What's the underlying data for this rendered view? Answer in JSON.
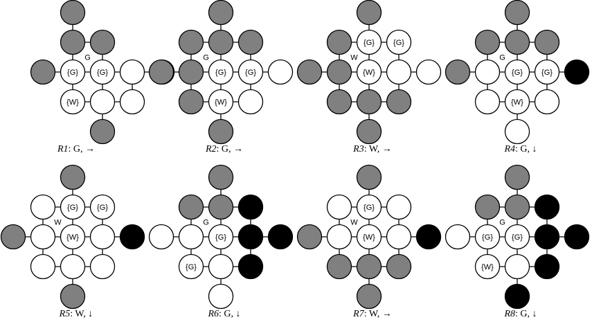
{
  "colors": {
    "white": "#ffffff",
    "gray": "#808080",
    "black": "#000000",
    "stroke": "#000000"
  },
  "panels": [
    {
      "caption_rule": "R1",
      "caption_rest": ": G, →",
      "wall": [
        {
          "t": "v",
          "c": 1,
          "r": 0
        },
        {
          "t": "v",
          "c": 1,
          "r": 1
        },
        {
          "t": "v",
          "c": 0,
          "r": 2
        },
        {
          "t": "v",
          "c": 1,
          "r": 2
        },
        {
          "t": "v",
          "c": 2,
          "r": 2
        },
        {
          "t": "v",
          "c": 1,
          "r": 3
        },
        {
          "t": "v",
          "c": 2,
          "r": 3
        },
        {
          "t": "v",
          "c": 1,
          "r": 4
        },
        {
          "t": "h",
          "r": 1,
          "c": 0
        },
        {
          "t": "h",
          "r": 1,
          "c": 3
        },
        {
          "t": "h",
          "r": 2,
          "c": 0
        },
        {
          "t": "h",
          "r": 2,
          "c": 1
        },
        {
          "t": "h",
          "r": 2,
          "c": 2
        },
        {
          "t": "h",
          "r": 2,
          "c": 3
        },
        {
          "t": "h",
          "r": 3,
          "c": 1
        }
      ],
      "circles": [
        {
          "c": 1,
          "r": 0,
          "f": "gray"
        },
        {
          "c": 1,
          "r": 1,
          "f": "gray"
        },
        {
          "c": 2,
          "r": 1,
          "f": "gray"
        },
        {
          "c": 0,
          "r": 2,
          "f": "gray"
        },
        {
          "c": 1,
          "r": 2,
          "f": "white",
          "label": "{G}"
        },
        {
          "c": 2,
          "r": 2,
          "f": "white",
          "label": "{G}"
        },
        {
          "c": 3,
          "r": 2,
          "f": "white"
        },
        {
          "c": 4,
          "r": 2,
          "f": "gray"
        },
        {
          "c": 1,
          "r": 3,
          "f": "white",
          "label": "{W}"
        },
        {
          "c": 2,
          "r": 3,
          "f": "white"
        },
        {
          "c": 3,
          "r": 3,
          "f": "white"
        },
        {
          "c": 2,
          "r": 4,
          "f": "gray"
        }
      ],
      "agent": {
        "label": "G",
        "c": 1.5,
        "r": 1.5
      }
    },
    {
      "caption_rule": "R2",
      "caption_rest": ": G, →",
      "wall": [
        {
          "t": "v",
          "c": 1,
          "r": 0
        },
        {
          "t": "v",
          "c": 1,
          "r": 1
        },
        {
          "t": "v",
          "c": 0,
          "r": 2
        },
        {
          "t": "v",
          "c": 1,
          "r": 2
        },
        {
          "t": "v",
          "c": 2,
          "r": 2
        },
        {
          "t": "v",
          "c": 1,
          "r": 3
        },
        {
          "t": "v",
          "c": 2,
          "r": 3
        },
        {
          "t": "v",
          "c": 1,
          "r": 4
        },
        {
          "t": "h",
          "r": 1,
          "c": 0
        },
        {
          "t": "h",
          "r": 1,
          "c": 3
        },
        {
          "t": "h",
          "r": 2,
          "c": 0
        },
        {
          "t": "h",
          "r": 2,
          "c": 1
        },
        {
          "t": "h",
          "r": 2,
          "c": 2
        },
        {
          "t": "h",
          "r": 2,
          "c": 3
        },
        {
          "t": "h",
          "r": 3,
          "c": 1
        }
      ],
      "circles": [
        {
          "c": 1,
          "r": 0,
          "f": "gray"
        },
        {
          "c": 0,
          "r": 1,
          "f": "gray"
        },
        {
          "c": 1,
          "r": 1,
          "f": "gray"
        },
        {
          "c": 2,
          "r": 1,
          "f": "gray"
        },
        {
          "c": -1,
          "r": 2,
          "f": "gray"
        },
        {
          "c": 0,
          "r": 2,
          "f": "gray"
        },
        {
          "c": 1,
          "r": 2,
          "f": "white",
          "label": "{G}"
        },
        {
          "c": 2,
          "r": 2,
          "f": "white",
          "label": "{G}"
        },
        {
          "c": 3,
          "r": 2,
          "f": "white"
        },
        {
          "c": 0,
          "r": 3,
          "f": "gray"
        },
        {
          "c": 1,
          "r": 3,
          "f": "white",
          "label": "{W}"
        },
        {
          "c": 2,
          "r": 3,
          "f": "white"
        },
        {
          "c": 1,
          "r": 4,
          "f": "gray"
        }
      ],
      "agent": {
        "label": "G",
        "c": 0.5,
        "r": 1.5
      }
    },
    {
      "caption_rule": "R3",
      "caption_rest": ": W, →",
      "wall": [],
      "circles": [
        {
          "c": 1,
          "r": 0,
          "f": "gray"
        },
        {
          "c": 0,
          "r": 1,
          "f": "gray"
        },
        {
          "c": 1,
          "r": 1,
          "f": "white",
          "label": "{G}"
        },
        {
          "c": 2,
          "r": 1,
          "f": "white",
          "label": "{G}"
        },
        {
          "c": -1,
          "r": 2,
          "f": "gray"
        },
        {
          "c": 0,
          "r": 2,
          "f": "gray"
        },
        {
          "c": 1,
          "r": 2,
          "f": "white",
          "label": "{W}"
        },
        {
          "c": 2,
          "r": 2,
          "f": "white"
        },
        {
          "c": 3,
          "r": 2,
          "f": "white"
        },
        {
          "c": 0,
          "r": 3,
          "f": "gray"
        },
        {
          "c": 1,
          "r": 3,
          "f": "gray"
        },
        {
          "c": 2,
          "r": 3,
          "f": "gray"
        },
        {
          "c": 1,
          "r": 4,
          "f": "gray"
        }
      ],
      "agent": {
        "label": "W",
        "c": 0.5,
        "r": 1.5
      }
    },
    {
      "caption_rule": "R4",
      "caption_rest": ": G, ↓",
      "wall": [],
      "circles": [
        {
          "c": 1,
          "r": 0,
          "f": "gray"
        },
        {
          "c": 0,
          "r": 1,
          "f": "gray"
        },
        {
          "c": 1,
          "r": 1,
          "f": "gray"
        },
        {
          "c": 2,
          "r": 1,
          "f": "gray"
        },
        {
          "c": -1,
          "r": 2,
          "f": "gray"
        },
        {
          "c": 0,
          "r": 2,
          "f": "white"
        },
        {
          "c": 1,
          "r": 2,
          "f": "white",
          "label": "{G}"
        },
        {
          "c": 2,
          "r": 2,
          "f": "white",
          "label": "{G}"
        },
        {
          "c": 3,
          "r": 2,
          "f": "black"
        },
        {
          "c": 0,
          "r": 3,
          "f": "white"
        },
        {
          "c": 1,
          "r": 3,
          "f": "white",
          "label": "{W}"
        },
        {
          "c": 2,
          "r": 3,
          "f": "white"
        },
        {
          "c": 1,
          "r": 4,
          "f": "white"
        }
      ],
      "agent": {
        "label": "G",
        "c": 0.5,
        "r": 1.5
      }
    },
    {
      "caption_rule": "R5",
      "caption_rest": ": W, ↓",
      "wall": [],
      "circles": [
        {
          "c": 1,
          "r": 0,
          "f": "gray"
        },
        {
          "c": 0,
          "r": 1,
          "f": "white"
        },
        {
          "c": 1,
          "r": 1,
          "f": "white",
          "label": "{G}"
        },
        {
          "c": 2,
          "r": 1,
          "f": "white",
          "label": "{G}"
        },
        {
          "c": -1,
          "r": 2,
          "f": "gray"
        },
        {
          "c": 0,
          "r": 2,
          "f": "white"
        },
        {
          "c": 1,
          "r": 2,
          "f": "white",
          "label": "{W}"
        },
        {
          "c": 2,
          "r": 2,
          "f": "white"
        },
        {
          "c": 3,
          "r": 2,
          "f": "black"
        },
        {
          "c": 0,
          "r": 3,
          "f": "white"
        },
        {
          "c": 1,
          "r": 3,
          "f": "white"
        },
        {
          "c": 2,
          "r": 3,
          "f": "white"
        },
        {
          "c": 1,
          "r": 4,
          "f": "gray"
        }
      ],
      "agent": {
        "label": "W",
        "c": 0.5,
        "r": 1.5
      }
    },
    {
      "caption_rule": "R6",
      "caption_rest": ": G, ↓",
      "wall": [],
      "circles": [
        {
          "c": 1,
          "r": 0,
          "f": "gray"
        },
        {
          "c": 0,
          "r": 1,
          "f": "gray"
        },
        {
          "c": 1,
          "r": 1,
          "f": "gray"
        },
        {
          "c": 2,
          "r": 1,
          "f": "black"
        },
        {
          "c": -1,
          "r": 2,
          "f": "white"
        },
        {
          "c": 0,
          "r": 2,
          "f": "white"
        },
        {
          "c": 1,
          "r": 2,
          "f": "white",
          "label": "{G}"
        },
        {
          "c": 2,
          "r": 2,
          "f": "black"
        },
        {
          "c": 3,
          "r": 2,
          "f": "black"
        },
        {
          "c": 0,
          "r": 3,
          "f": "white",
          "label": "{G}"
        },
        {
          "c": 1,
          "r": 3,
          "f": "white"
        },
        {
          "c": 2,
          "r": 3,
          "f": "black"
        },
        {
          "c": 1,
          "r": 4,
          "f": "white"
        }
      ],
      "agent": {
        "label": "G",
        "c": 0.5,
        "r": 1.5
      }
    },
    {
      "caption_rule": "R7",
      "caption_rest": ": W, →",
      "wall": [],
      "circles": [
        {
          "c": 1,
          "r": 0,
          "f": "gray"
        },
        {
          "c": 0,
          "r": 1,
          "f": "white"
        },
        {
          "c": 1,
          "r": 1,
          "f": "white",
          "label": "{G}"
        },
        {
          "c": 2,
          "r": 1,
          "f": "white"
        },
        {
          "c": -1,
          "r": 2,
          "f": "gray"
        },
        {
          "c": 0,
          "r": 2,
          "f": "white"
        },
        {
          "c": 1,
          "r": 2,
          "f": "white",
          "label": "{W}"
        },
        {
          "c": 2,
          "r": 2,
          "f": "white"
        },
        {
          "c": 3,
          "r": 2,
          "f": "black"
        },
        {
          "c": 0,
          "r": 3,
          "f": "gray"
        },
        {
          "c": 1,
          "r": 3,
          "f": "gray"
        },
        {
          "c": 2,
          "r": 3,
          "f": "gray"
        },
        {
          "c": 1,
          "r": 4,
          "f": "gray"
        }
      ],
      "agent": {
        "label": "W",
        "c": 0.5,
        "r": 1.5
      }
    },
    {
      "caption_rule": "R8",
      "caption_rest": ": G, ↓",
      "wall": [],
      "circles": [
        {
          "c": 1,
          "r": 0,
          "f": "gray"
        },
        {
          "c": 0,
          "r": 1,
          "f": "gray"
        },
        {
          "c": 1,
          "r": 1,
          "f": "gray"
        },
        {
          "c": 2,
          "r": 1,
          "f": "black"
        },
        {
          "c": -1,
          "r": 2,
          "f": "white"
        },
        {
          "c": 0,
          "r": 2,
          "f": "white",
          "label": "{G}"
        },
        {
          "c": 1,
          "r": 2,
          "f": "white",
          "label": "{G}"
        },
        {
          "c": 2,
          "r": 2,
          "f": "black"
        },
        {
          "c": 3,
          "r": 2,
          "f": "black"
        },
        {
          "c": 0,
          "r": 3,
          "f": "white",
          "label": "{W}"
        },
        {
          "c": 1,
          "r": 3,
          "f": "white"
        },
        {
          "c": 2,
          "r": 3,
          "f": "black"
        },
        {
          "c": 1,
          "r": 4,
          "f": "black"
        }
      ],
      "agent": {
        "label": "G",
        "c": 0.5,
        "r": 1.5
      }
    }
  ]
}
